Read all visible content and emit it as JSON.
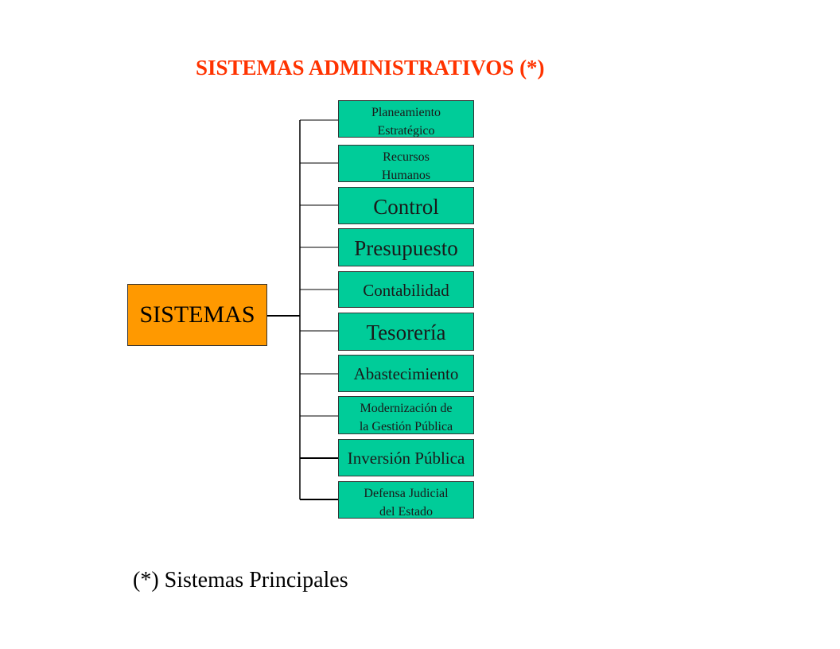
{
  "title": "SISTEMAS ADMINISTRATIVOS  (*)",
  "root": "SISTEMAS",
  "children": [
    {
      "line1": "Planeamiento",
      "line2": "Estratégico"
    },
    {
      "line1": "Recursos",
      "line2": "Humanos"
    },
    {
      "line1": "Control",
      "line2": ""
    },
    {
      "line1": "Presupuesto",
      "line2": ""
    },
    {
      "line1": "Contabilidad",
      "line2": ""
    },
    {
      "line1": "Tesorería",
      "line2": ""
    },
    {
      "line1": "Abastecimiento",
      "line2": ""
    },
    {
      "line1": "Modernización de",
      "line2": "la Gestión Pública"
    },
    {
      "line1": "Inversión Pública",
      "line2": ""
    },
    {
      "line1": "Defensa Judicial",
      "line2": "del Estado"
    }
  ],
  "footnote": "(*) Sistemas Principales",
  "colors": {
    "title": "#ff3300",
    "root_fill": "#ff9900",
    "child_fill": "#00cc99",
    "connector": "#000000"
  }
}
